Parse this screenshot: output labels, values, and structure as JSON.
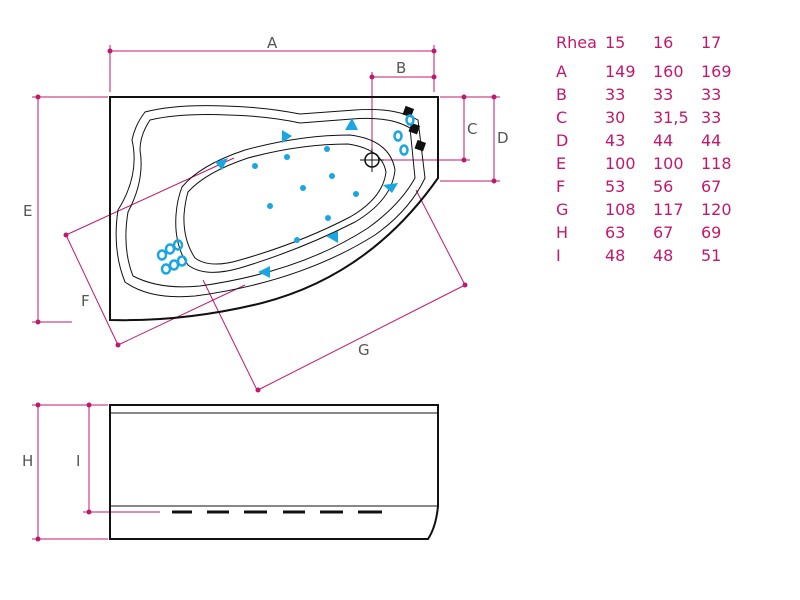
{
  "dimension_labels": {
    "A": "A",
    "B": "B",
    "C": "C",
    "D": "D",
    "E": "E",
    "F": "F",
    "G": "G",
    "H": "H",
    "I": "I"
  },
  "table": {
    "header": [
      "Rhea",
      "15",
      "16",
      "17"
    ],
    "rows": [
      [
        "A",
        "149",
        "160",
        "169"
      ],
      [
        "B",
        "33",
        "33",
        "33"
      ],
      [
        "C",
        "30",
        "31,5",
        "33"
      ],
      [
        "D",
        "43",
        "44",
        "44"
      ],
      [
        "E",
        "100",
        "100",
        "118"
      ],
      [
        "F",
        "53",
        "56",
        "67"
      ],
      [
        "G",
        "108",
        "117",
        "120"
      ],
      [
        "H",
        "63",
        "67",
        "69"
      ],
      [
        "I",
        "48",
        "48",
        "51"
      ]
    ]
  },
  "colors": {
    "dimension": "#c2186b",
    "outline": "#111111",
    "jets": "#1aa6e0",
    "labels": "#555555"
  }
}
